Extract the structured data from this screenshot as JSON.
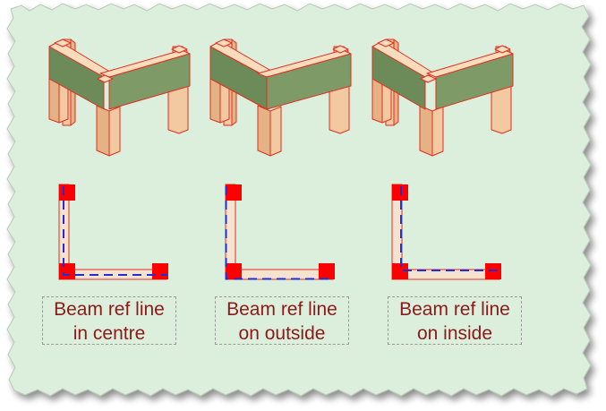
{
  "colors": {
    "panel_fill": "#dcefdc",
    "beam_front": "#7e9a67",
    "beam_side": "#6d8a59",
    "post_front": "#f2c9a0",
    "post_side": "#e4b284",
    "post_top": "#f8dcbc",
    "outline_red": "#e03020",
    "ref_line_blue": "#1f2fd0",
    "corner_red": "#ff0000",
    "plan_wall": "#f6e2d0",
    "caption_text": "#8b1a1a"
  },
  "diagrams": [
    {
      "id": "centre",
      "caption_line1": "Beam ref line",
      "caption_line2": "in centre",
      "ref_line_position": "centre"
    },
    {
      "id": "outside",
      "caption_line1": "Beam ref line",
      "caption_line2": "on outside",
      "ref_line_position": "outside"
    },
    {
      "id": "inside",
      "caption_line1": "Beam ref line",
      "caption_line2": "on inside",
      "ref_line_position": "inside"
    }
  ]
}
